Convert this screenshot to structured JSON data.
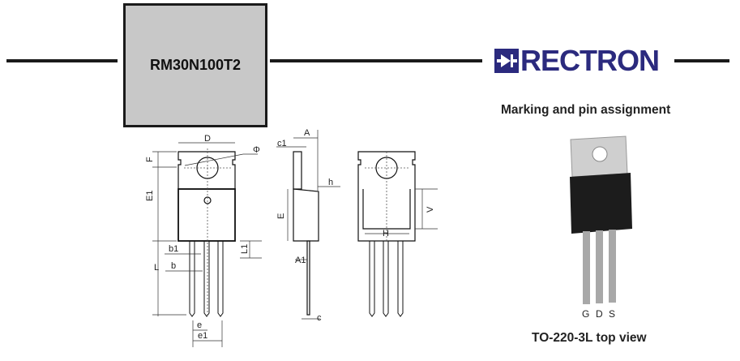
{
  "header": {
    "part_number": "RM30N100T2",
    "brand": "RECTRON"
  },
  "section_title": "Marking and pin assignment",
  "package_caption": "TO-220-3L top view",
  "pins": [
    "G",
    "D",
    "S"
  ],
  "dimensions": {
    "D": "D",
    "phi": "Φ",
    "F": "F",
    "E1": "E1",
    "b1": "b1",
    "b": "b",
    "L": "L",
    "L1": "L1",
    "e": "e",
    "e1": "e1",
    "A": "A",
    "c1": "c1",
    "h": "h",
    "E": "E",
    "A1": "A1",
    "c": "c",
    "V": "V",
    "H": "H"
  },
  "colors": {
    "brand": "#2b2a7e",
    "box_fill": "#c8c8c8"
  }
}
